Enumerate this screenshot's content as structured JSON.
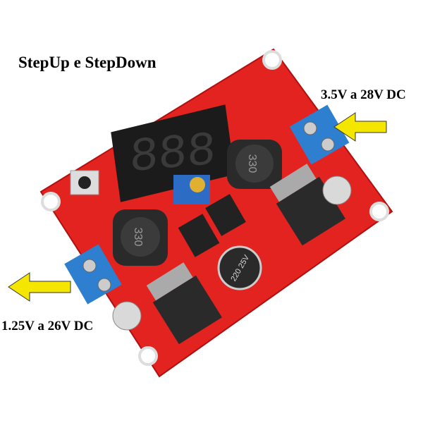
{
  "title": "StepUp e StepDown",
  "input_label": "3.5V a 28V DC",
  "output_label": "1.25V a 26V DC",
  "board": {
    "display_digits": "888",
    "inductor_marking": "330",
    "capacitor_marking": "220 25V",
    "colors": {
      "pcb": "#e2231f",
      "terminal": "#2f7fd0",
      "arrow": "#f5e600"
    }
  }
}
